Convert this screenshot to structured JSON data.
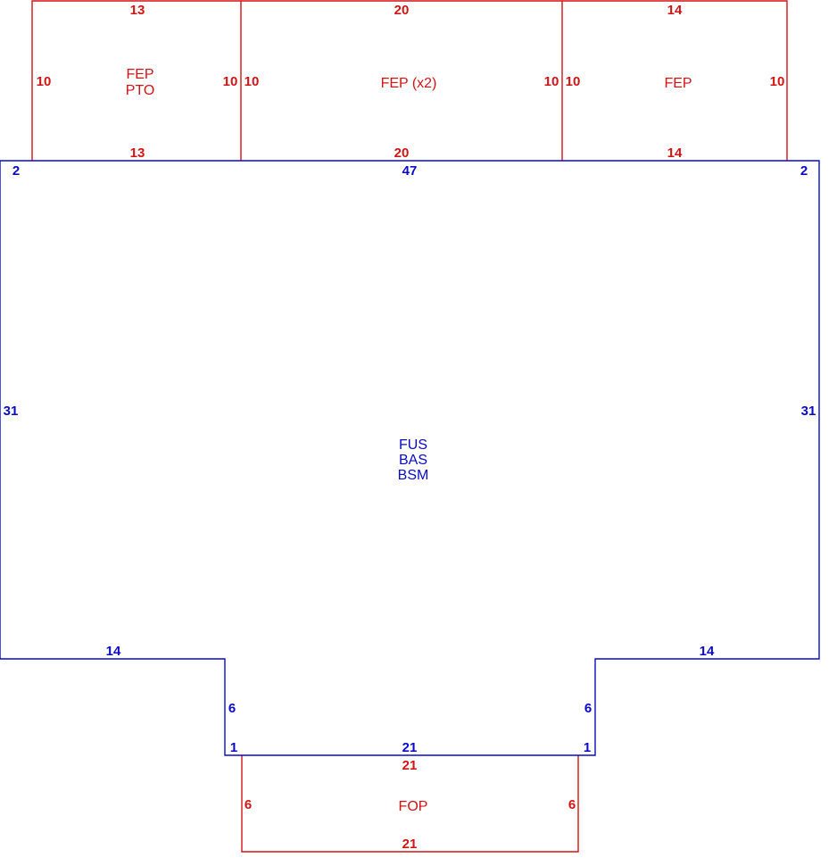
{
  "colors": {
    "outline_blue": "#0a0ac8",
    "outline_red": "#d21414",
    "text_blue": "#0a0ac8",
    "text_red": "#d21414",
    "background": "#ffffff"
  },
  "areas": {
    "top_left": {
      "name_lines": [
        "FEP",
        "PTO"
      ],
      "top": "13",
      "bottom": "13",
      "left": "10",
      "right": "10"
    },
    "top_center": {
      "name_lines": [
        "FEP (x2)"
      ],
      "top": "20",
      "bottom": "20",
      "left": "10",
      "right": "10"
    },
    "top_right": {
      "name_lines": [
        "FEP"
      ],
      "top": "14",
      "bottom": "14",
      "left": "10",
      "right": "10"
    },
    "main": {
      "name_lines": [
        "FUS",
        "BAS",
        "BSM"
      ],
      "top": "47",
      "top_left_step": "2",
      "top_right_step": "2",
      "left": "31",
      "right": "31",
      "lower_left": "14",
      "lower_right": "14",
      "inner_left": "6",
      "inner_right": "6",
      "foot_left": "1",
      "foot_right": "1",
      "bottom": "21"
    },
    "bottom": {
      "name_lines": [
        "FOP"
      ],
      "top": "21",
      "bottom": "21",
      "left": "6",
      "right": "6"
    }
  }
}
